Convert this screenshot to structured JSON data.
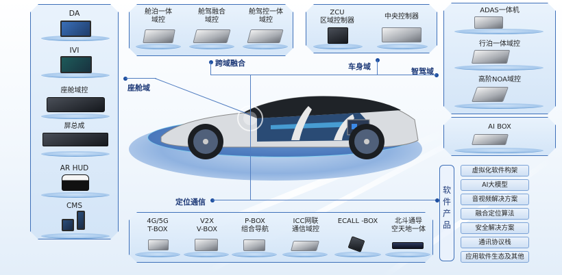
{
  "diagram": {
    "domains": {
      "cockpit": "座舱域",
      "cross_domain": "跨域融合",
      "body": "车身域",
      "adas": "智驾域",
      "positioning": "定位通信"
    },
    "left_panel": {
      "items": [
        {
          "label": "DA"
        },
        {
          "label": "IVI"
        },
        {
          "label": "座舱域控"
        },
        {
          "label": "屏总成"
        },
        {
          "label": "AR HUD"
        },
        {
          "label": "CMS"
        }
      ]
    },
    "top_cross_panel": {
      "items": [
        {
          "line1": "舱泊一体",
          "line2": "域控"
        },
        {
          "line1": "舱驾融合",
          "line2": "域控"
        },
        {
          "line1": "舱驾控一体",
          "line2": "域控"
        }
      ]
    },
    "top_body_panel": {
      "items": [
        {
          "line1": "ZCU",
          "line2": "区域控制器"
        },
        {
          "line1": "中央控制器",
          "line2": ""
        }
      ]
    },
    "right_adas_panel": {
      "items": [
        {
          "label": "ADAS一体机"
        },
        {
          "label": "行泊一体域控"
        },
        {
          "label": "高阶NOA域控"
        }
      ]
    },
    "ai_box_panel": {
      "label": "AI BOX"
    },
    "software_panel": {
      "title_chars": [
        "软",
        "件",
        "产",
        "品"
      ],
      "items": [
        "虚拟化软件构架",
        "AI大模型",
        "音视频解决方案",
        "融合定位算法",
        "安全解决方案",
        "通讯协议栈",
        "应用软件生态及其他"
      ]
    },
    "bottom_panel": {
      "items": [
        {
          "line1": "4G/5G",
          "line2": "T-BOX"
        },
        {
          "line1": "V2X",
          "line2": "V-BOX"
        },
        {
          "line1": "P-BOX",
          "line2": "组合导航"
        },
        {
          "line1": "ICC网联",
          "line2": "通信域控"
        },
        {
          "line1": "ECALL -BOX",
          "line2": ""
        },
        {
          "line1": "北斗通导",
          "line2": "空天地一体"
        }
      ]
    },
    "colors": {
      "frame_border": "#3d6fb8",
      "label_text": "#1e3a78",
      "connector": "#4f7cc0"
    }
  }
}
